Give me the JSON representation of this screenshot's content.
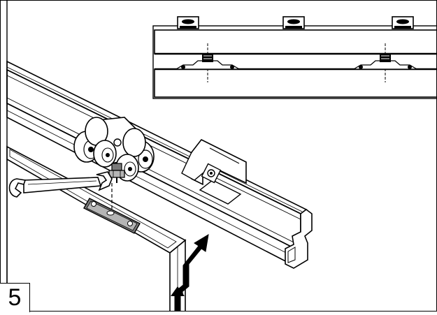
{
  "step": {
    "number": "5"
  },
  "colors": {
    "line": "#000000",
    "background": "#ffffff",
    "steel": "#b5b5b5",
    "shade": "#7a7a7a"
  },
  "parts": [
    {
      "name": "track-rail"
    },
    {
      "name": "roller-trolley"
    },
    {
      "name": "mounting-bracket"
    },
    {
      "name": "door-panel"
    },
    {
      "name": "wrench-icon"
    },
    {
      "name": "mounting-plate"
    },
    {
      "name": "insertion-arrow"
    }
  ],
  "inset": {
    "bracket_count": 3,
    "trolley_count": 2
  }
}
